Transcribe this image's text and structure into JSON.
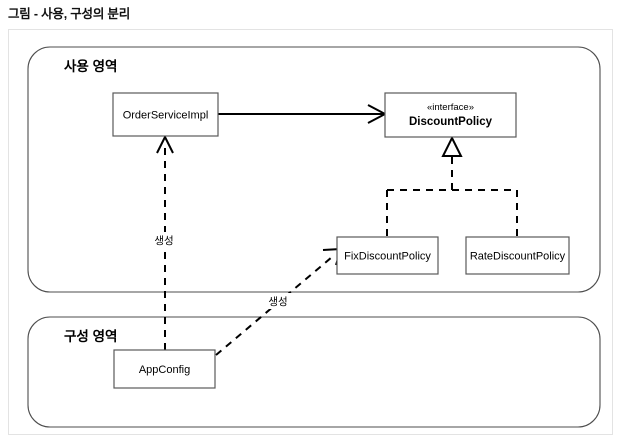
{
  "page": {
    "title": "그림 - 사용, 구성의 분리",
    "background": "#ffffff",
    "frame_border_color": "#e3e3e3"
  },
  "diagram": {
    "type": "uml-class-diagram",
    "regions": [
      {
        "id": "usage-region",
        "label": "사용 영역"
      },
      {
        "id": "config-region",
        "label": "구성 영역"
      }
    ],
    "nodes": [
      {
        "id": "order-service-impl",
        "label": "OrderServiceImpl",
        "stereotype": "",
        "bold": false
      },
      {
        "id": "discount-policy",
        "label": "DiscountPolicy",
        "stereotype": "«interface»",
        "bold": true
      },
      {
        "id": "fix-discount-policy",
        "label": "FixDiscountPolicy",
        "stereotype": "",
        "bold": false
      },
      {
        "id": "rate-discount-policy",
        "label": "RateDiscountPolicy",
        "stereotype": "",
        "bold": false
      },
      {
        "id": "app-config",
        "label": "AppConfig",
        "stereotype": "",
        "bold": false
      }
    ],
    "edges": [
      {
        "id": "uses-edge",
        "from": "order-service-impl",
        "to": "discount-policy",
        "style": "solid",
        "arrow": "open",
        "label": ""
      },
      {
        "id": "realize-fix-edge",
        "from": "fix-discount-policy",
        "to": "discount-policy",
        "style": "dashed",
        "arrow": "hollow-triangle",
        "label": ""
      },
      {
        "id": "realize-rate-edge",
        "from": "rate-discount-policy",
        "to": "discount-policy",
        "style": "dashed",
        "arrow": "hollow-triangle",
        "label": ""
      },
      {
        "id": "create-order-service-edge",
        "from": "app-config",
        "to": "order-service-impl",
        "style": "dashed",
        "arrow": "open",
        "label": "생성"
      },
      {
        "id": "create-fix-policy-edge",
        "from": "app-config",
        "to": "fix-discount-policy",
        "style": "dashed",
        "arrow": "open",
        "label": "생성"
      }
    ],
    "edge_labels": [
      {
        "id": "create-label-1",
        "text": "생성"
      },
      {
        "id": "create-label-2",
        "text": "생성"
      }
    ],
    "colors": {
      "line": "#000000",
      "box_stroke": "#595959",
      "region_stroke": "#4d4d4d",
      "fill": "#ffffff"
    }
  }
}
